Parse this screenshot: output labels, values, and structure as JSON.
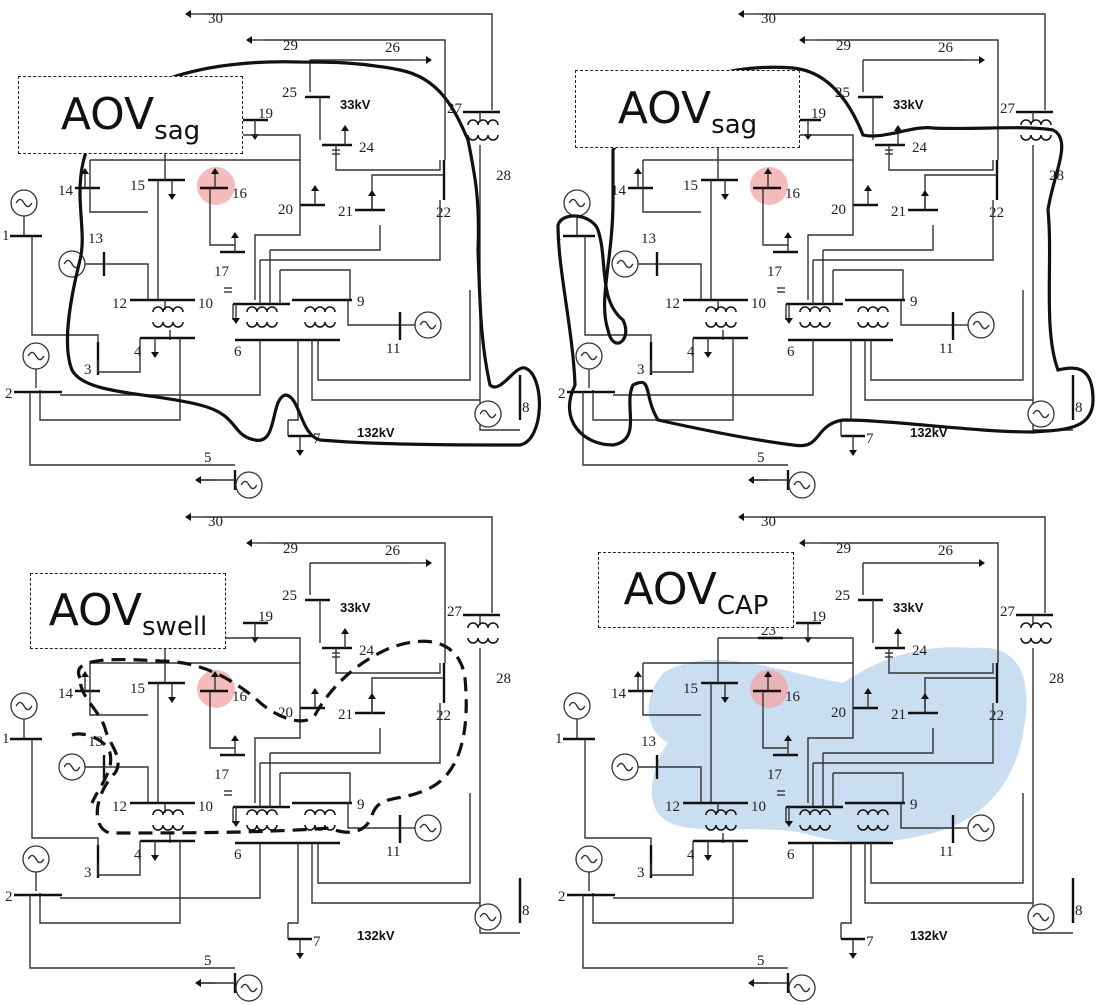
{
  "panels": [
    {
      "id": "tl",
      "label_main": "AOV",
      "label_sub": "sag"
    },
    {
      "id": "tr",
      "label_main": "AOV",
      "label_sub": "sag"
    },
    {
      "id": "bl",
      "label_main": "AOV",
      "label_sub": "swell"
    },
    {
      "id": "br",
      "label_main": "AOV",
      "label_sub": "CAP"
    }
  ],
  "voltage_labels": {
    "lv": "33kV",
    "hv": "132kV"
  },
  "bus_labels": [
    "1",
    "2",
    "3",
    "4",
    "5",
    "6",
    "7",
    "8",
    "9",
    "10",
    "11",
    "12",
    "13",
    "14",
    "15",
    "16",
    "17",
    "19",
    "20",
    "21",
    "22",
    "24",
    "25",
    "26",
    "27",
    "28",
    "29",
    "30"
  ],
  "extra_bus_label_br": "23",
  "highlight_bus": "16",
  "colors": {
    "highlight": "#f2a3a3",
    "cap_region": "#9cc3e6",
    "line": "#333333",
    "boundary": "#111111"
  }
}
